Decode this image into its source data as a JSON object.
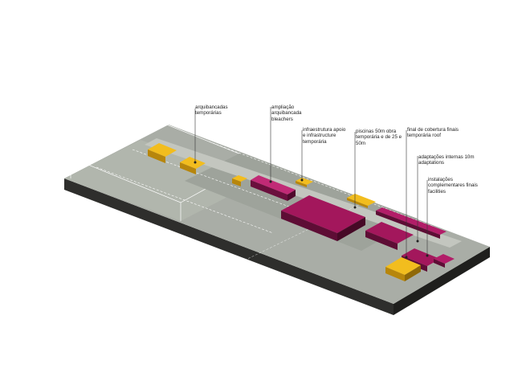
{
  "labels": {
    "temporary_stands": "arquibancadas temporárias",
    "bleachers": "ampliação arquibancada bleachers",
    "support_infrastructure": "infraestrutura apoio e infrastructure temporária",
    "pools": "piscinas 50m obra temporária e de 25 e 50m",
    "roof_finals": "final de cobertura finais temporária roof",
    "internal_adaptations": "adaptações internas 10m adaptations",
    "finals_facilities": "instalações complementares finais facilities"
  },
  "colors": {
    "permanent": "#a3175c",
    "temporary": "#f2bd1e",
    "ground": "#a7aca4",
    "base": "#2a2a28"
  }
}
